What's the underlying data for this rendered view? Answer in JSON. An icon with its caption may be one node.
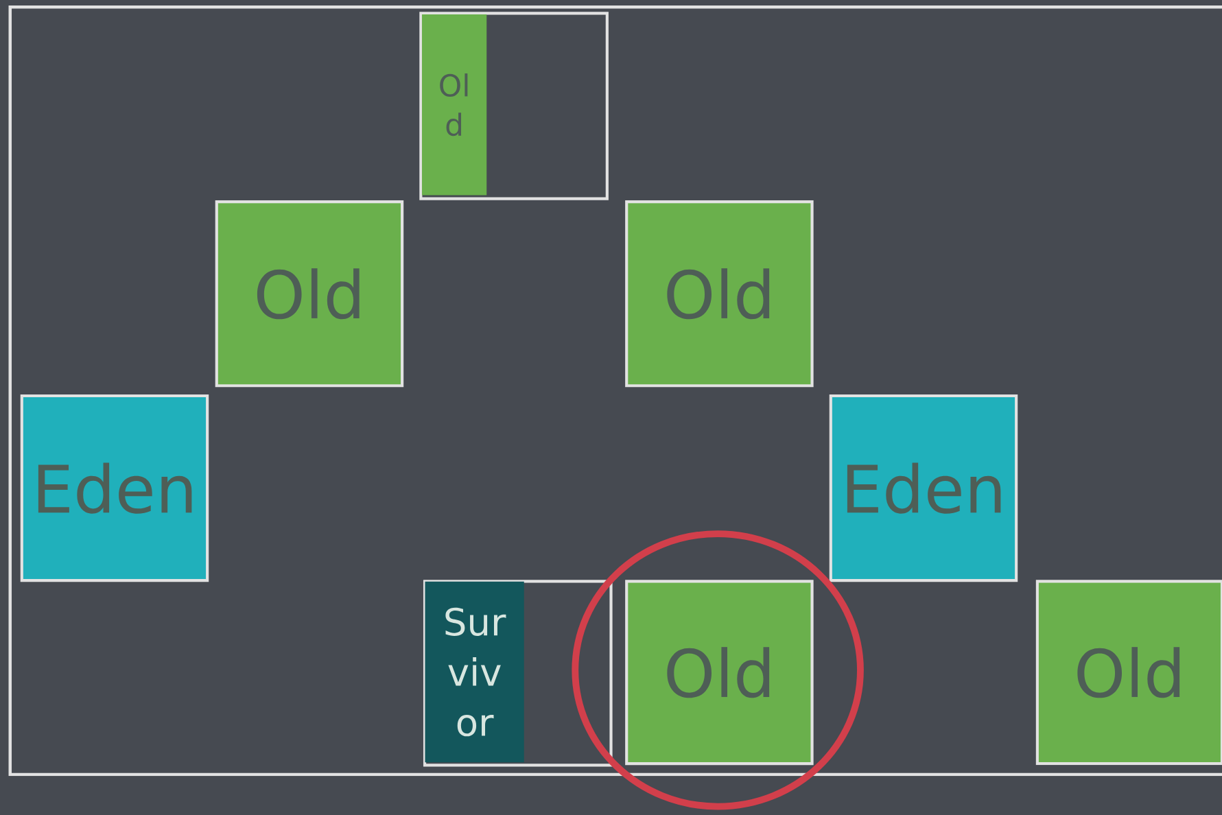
{
  "diagram": {
    "nodes": [
      {
        "text": [],
        "shape": "box"
      },
      {
        "text": [
          "Ol d"
        ],
        "in": 0
      },
      {
        "text": [
          "Old"
        ]
      },
      {
        "text": [
          "Old"
        ]
      },
      {
        "text": [
          "Eden"
        ]
      },
      {
        "text": [
          "Eden"
        ]
      },
      {
        "text": [],
        "shape": "box"
      },
      {
        "text": [
          "Sur viv or"
        ],
        "in": 6
      },
      {
        "text": [
          "Old"
        ]
      },
      {
        "text": [
          "Old"
        ]
      }
    ]
  }
}
